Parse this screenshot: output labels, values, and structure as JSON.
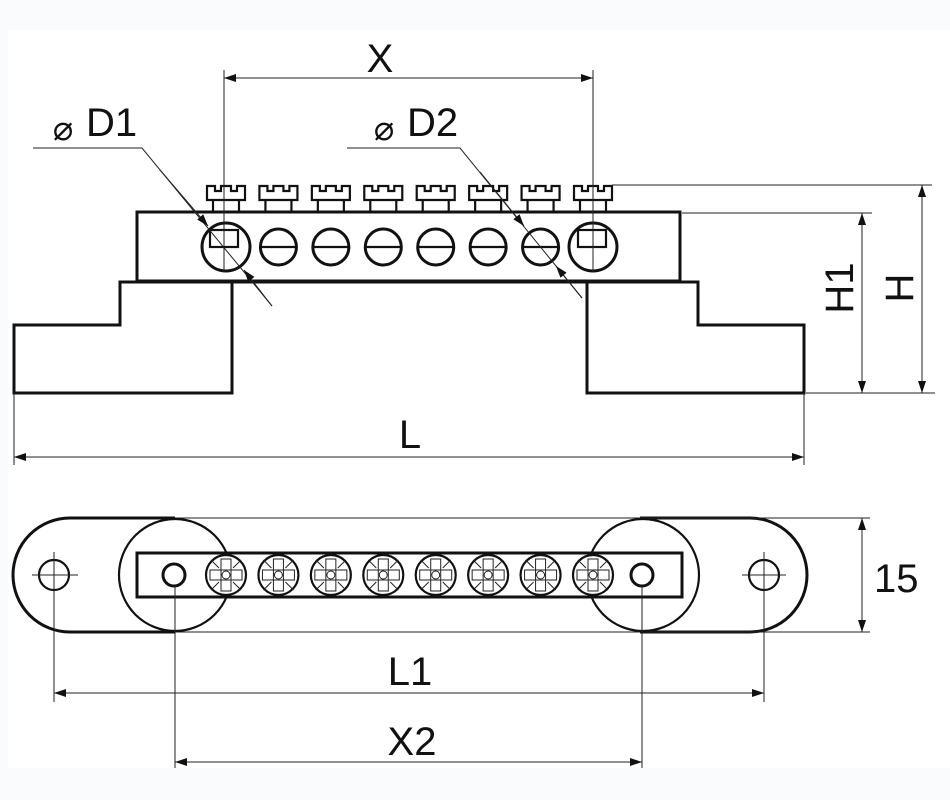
{
  "drawing": {
    "title": "Terminal bus bar dimension drawing",
    "terminal_count": 8,
    "colors": {
      "line": "#111111",
      "paper": "#ffffff",
      "background": "#fafbfd"
    }
  },
  "front_view": {
    "dimensions": {
      "x": "X",
      "d1_symbol": "⌀",
      "d1": "D1",
      "d2_symbol": "⌀",
      "d2": "D2",
      "h1": "H1",
      "h": "H",
      "l": "L"
    }
  },
  "top_view": {
    "dimensions": {
      "width_value": "15",
      "l1": "L1",
      "x2": "X2"
    }
  }
}
